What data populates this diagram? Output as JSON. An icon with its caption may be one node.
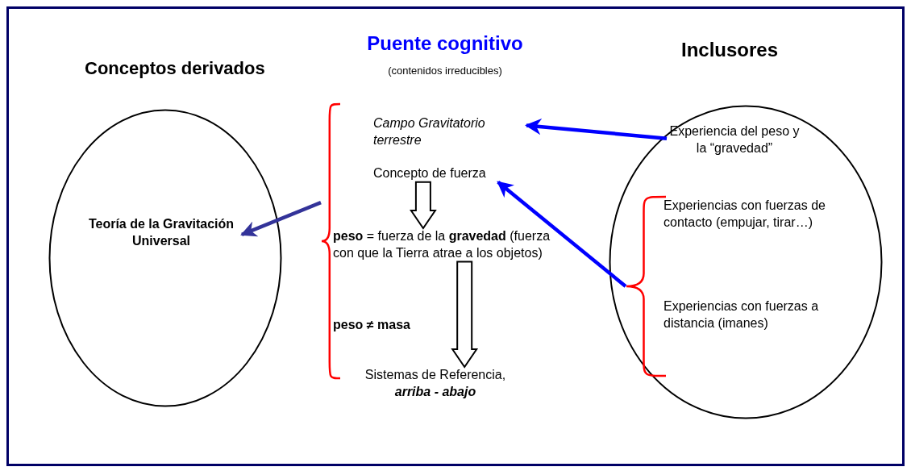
{
  "diagram": {
    "title": "Puente cognitivo",
    "nodes": [
      {
        "text": [
          "Conceptos derivados"
        ]
      },
      {
        "text": [
          "Teoría de la Gravitación Universal"
        ],
        "in": 0
      },
      {
        "text": [],
        "shape": "brace"
      },
      {
        "text": [
          "Campo Gravitatorio terrestre"
        ]
      },
      {
        "text": [
          "Concepto de fuerza"
        ]
      },
      {
        "text": [
          "**peso** = fuerza de la **gravedad** (fuerza con que la Tierra atrae a los objetos)"
        ]
      },
      {
        "text": [
          "peso ≠ masa"
        ]
      },
      {
        "text": [
          "Sistemas de Referencia,",
          "arriba - abajo"
        ]
      },
      {
        "text": [
          "Inclusores"
        ]
      },
      {
        "text": [
          "Experiencia del peso y la “gravedad”"
        ],
        "in": 8
      },
      {
        "text": [],
        "shape": "brace",
        "in": 8
      },
      {
        "text": [
          "Experiencias con fuerzas de contacto (empujar, tirar…)"
        ],
        "in": 8
      },
      {
        "text": [
          "Experiencias con fuerzas a distancia (imanes)"
        ],
        "in": 8
      }
    ],
    "edges": [
      {
        "from": 2,
        "to": 1,
        "arrow": "to",
        "color": "#333399"
      },
      {
        "from": 9,
        "to": 3,
        "arrow": "to",
        "color": "#0000ff"
      },
      {
        "from": 10,
        "to": 4,
        "arrow": "to",
        "color": "#0000ff"
      },
      {
        "from": 4,
        "to": 5,
        "arrow": "to",
        "style": "thick",
        "color": "#000000"
      },
      {
        "from": 5,
        "to": 7,
        "arrow": "to",
        "style": "thick",
        "color": "#000000"
      }
    ],
    "labels": [
      "(contenidos irreducibles)"
    ]
  }
}
